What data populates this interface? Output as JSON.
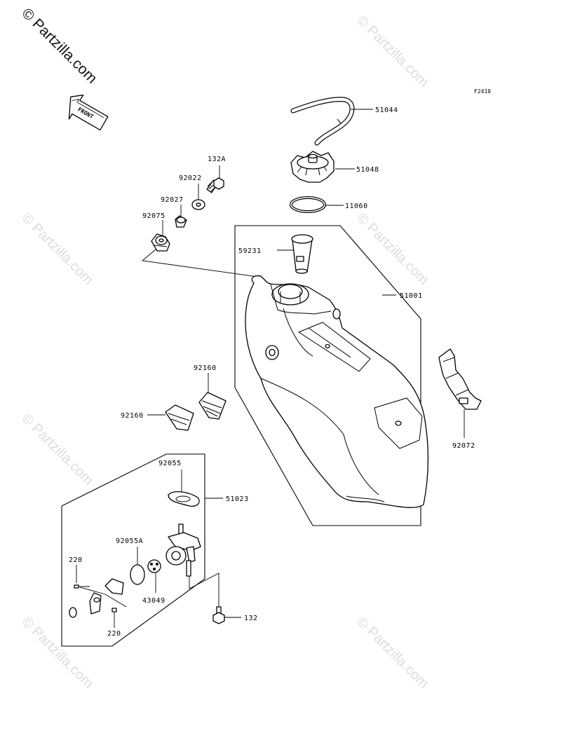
{
  "watermark": {
    "main": "© Partzilla.com",
    "repeat": "© Partzilla.com"
  },
  "diagram_code": "F2410",
  "front_arrow": "FRONT",
  "parts": {
    "p51044": "51044",
    "p51048": "51048",
    "p11060": "11060",
    "p132a": "132A",
    "p92022": "92022",
    "p92027": "92027",
    "p92075": "92075",
    "p59231": "59231",
    "p51001": "51001",
    "p92160_top": "92160",
    "p92160_left": "92160",
    "p92072": "92072",
    "p92055": "92055",
    "p51023": "51023",
    "p92055a": "92055A",
    "p220_top": "220",
    "p220_bottom": "220",
    "p43049": "43049",
    "p132": "132"
  }
}
